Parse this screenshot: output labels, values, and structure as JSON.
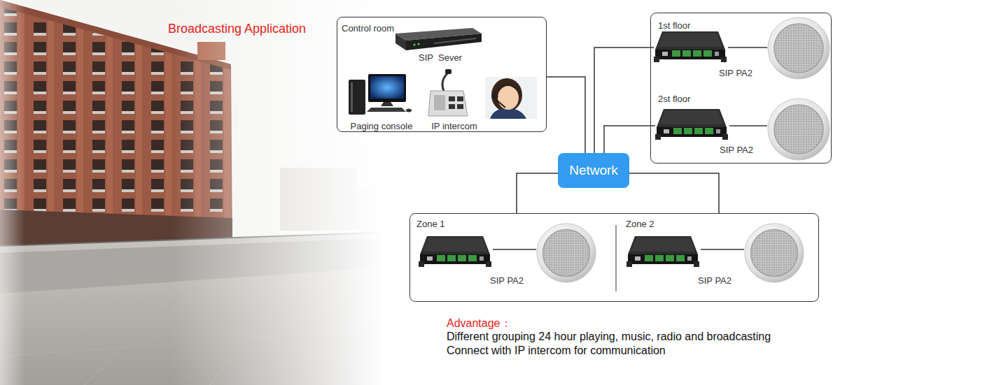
{
  "diagram": {
    "title": "Broadcasting Application",
    "nodes": [
      {
        "text": [
          "Control room"
        ]
      },
      {
        "text": [
          "SIP  Sever"
        ],
        "in": 0
      },
      {
        "text": [
          "Paging console"
        ],
        "in": 0
      },
      {
        "text": [
          "IP intercom"
        ],
        "in": 0
      },
      {
        "text": [
          "Network"
        ]
      },
      {
        "text": [
          "1st floor"
        ]
      },
      {
        "text": [
          "SIP PA2"
        ],
        "in": 5
      },
      {
        "text": [
          "2st floor"
        ]
      },
      {
        "text": [
          "SIP PA2"
        ],
        "in": 7
      },
      {
        "text": [
          "Zone 1"
        ]
      },
      {
        "text": [
          "SIP PA2"
        ],
        "in": 9
      },
      {
        "text": [
          "Zone 2"
        ]
      },
      {
        "text": [
          "SIP PA2"
        ],
        "in": 11
      }
    ],
    "edges": [
      {
        "from": 0,
        "to": 4,
        "arrow": "none"
      },
      {
        "from": 4,
        "to": 6,
        "arrow": "none"
      },
      {
        "from": 4,
        "to": 8,
        "arrow": "none"
      },
      {
        "from": 4,
        "to": 9,
        "arrow": "none"
      },
      {
        "from": 4,
        "to": 11,
        "arrow": "none"
      }
    ],
    "labels": [
      "Advantage：",
      "Different grouping 24 hour playing, music, radio and broadcasting",
      "Connect with IP intercom for communication"
    ]
  }
}
